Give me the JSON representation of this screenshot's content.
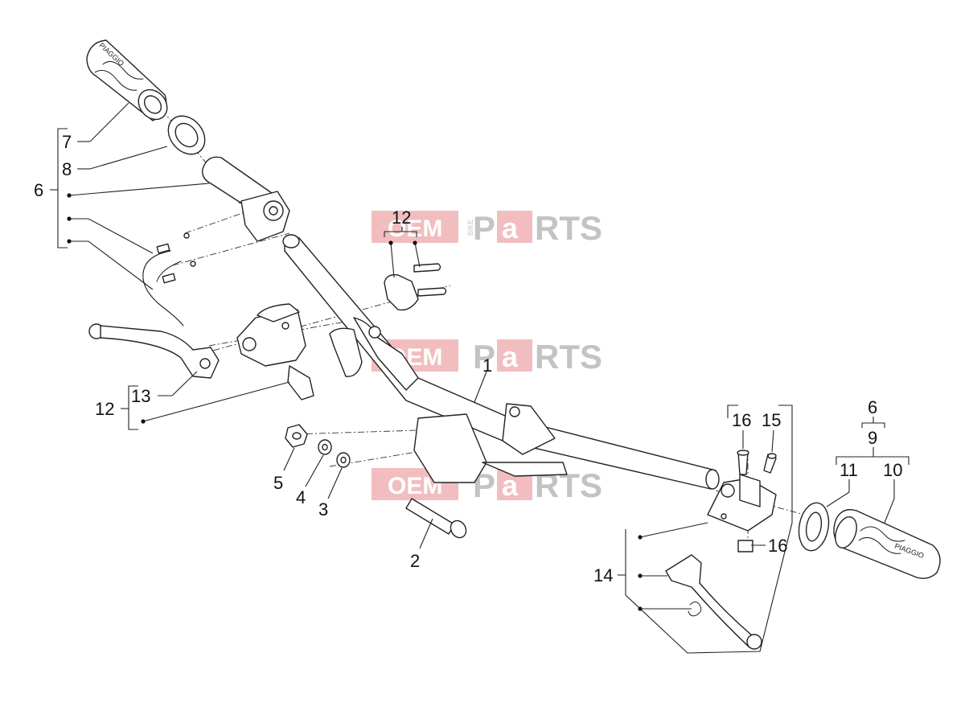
{
  "callouts": {
    "c1": "1",
    "c2": "2",
    "c3": "3",
    "c4": "4",
    "c5": "5",
    "c6_left": "6",
    "c7": "7",
    "c8": "8",
    "c12_top": "12",
    "c12_left": "12",
    "c13": "13",
    "c14": "14",
    "c15": "15",
    "c16_top": "16",
    "c16_bottom": "16",
    "c6_right": "6",
    "c9": "9",
    "c10": "10",
    "c11": "11"
  },
  "watermark": {
    "part1": "OEM",
    "part2": "BIKE",
    "part3": "P",
    "part4": "a",
    "part5": "RTS"
  },
  "grip_brand": "PIAGGIO"
}
